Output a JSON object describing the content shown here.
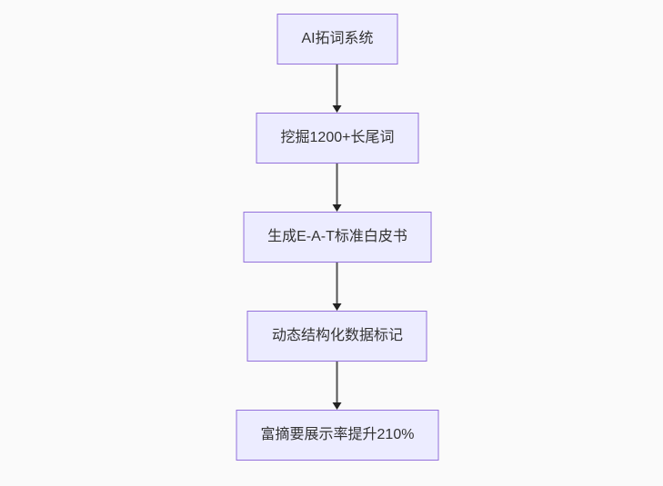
{
  "diagram": {
    "type": "flowchart",
    "direction": "top-down",
    "nodes": [
      {
        "id": "n1",
        "label": "AI拓词系统"
      },
      {
        "id": "n2",
        "label": "挖掘1200+长尾词"
      },
      {
        "id": "n3",
        "label": "生成E-A-T标准白皮书"
      },
      {
        "id": "n4",
        "label": "动态结构化数据标记"
      },
      {
        "id": "n5",
        "label": "富摘要展示率提升210%"
      }
    ],
    "edges": [
      {
        "from": "n1",
        "to": "n2",
        "style": "arrow"
      },
      {
        "from": "n2",
        "to": "n3",
        "style": "arrow"
      },
      {
        "from": "n3",
        "to": "n4",
        "style": "arrow"
      },
      {
        "from": "n4",
        "to": "n5",
        "style": "arrow"
      }
    ],
    "colors": {
      "background": "#fafafa",
      "node_fill": "#ECECFF",
      "node_border": "#9370DB",
      "node_text": "#333333",
      "edge_line": "#555555",
      "arrowhead": "#222222"
    }
  }
}
